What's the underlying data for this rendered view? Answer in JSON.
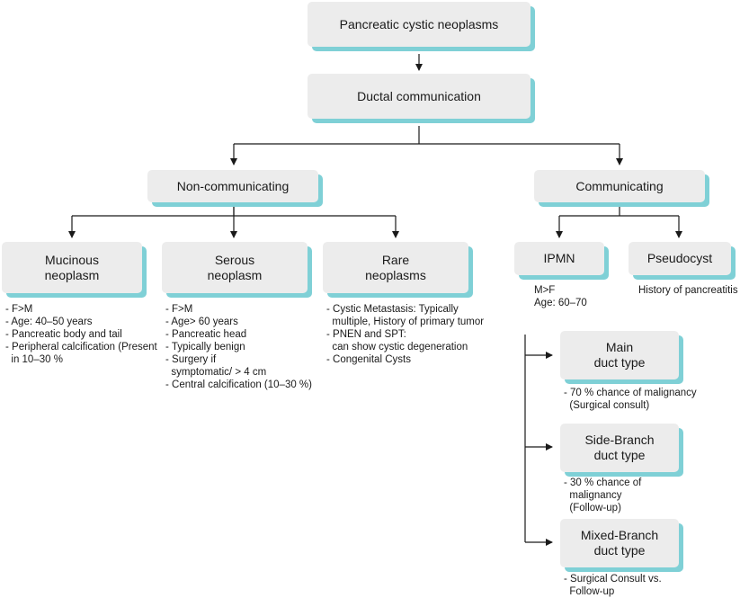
{
  "colors": {
    "box_fill": "#ececec",
    "box_shadow": "#7fd0d6",
    "line": "#1a1a1a",
    "text": "#1a1a1a"
  },
  "nodes": {
    "root": {
      "lines": [
        "Pancreatic cystic neoplasms"
      ]
    },
    "ductal": {
      "lines": [
        "Ductal communication"
      ]
    },
    "noncomm": {
      "lines": [
        "Non-communicating"
      ]
    },
    "comm": {
      "lines": [
        "Communicating"
      ]
    },
    "mucinous": {
      "lines": [
        "Mucinous",
        "neoplasm"
      ]
    },
    "serous": {
      "lines": [
        "Serous",
        "neoplasm"
      ]
    },
    "rare": {
      "lines": [
        "Rare",
        "neoplasms"
      ]
    },
    "ipmn": {
      "lines": [
        "IPMN"
      ]
    },
    "pseudocyst": {
      "lines": [
        "Pseudocyst"
      ]
    },
    "main_duct": {
      "lines": [
        "Main",
        "duct type"
      ]
    },
    "side_branch": {
      "lines": [
        "Side-Branch",
        "duct type"
      ]
    },
    "mixed_branch": {
      "lines": [
        "Mixed-Branch",
        "duct type"
      ]
    }
  },
  "notes": {
    "mucinous": [
      "- F>M",
      "- Age: 40–50 years",
      "- Pancreatic body and tail",
      "- Peripheral calcification (Present",
      "  in 10–30 %"
    ],
    "serous": [
      "- F>M",
      "- Age> 60 years",
      "- Pancreatic head",
      "- Typically benign",
      "- Surgery if",
      "  symptomatic/ > 4 cm",
      "- Central calcification (10–30 %)"
    ],
    "rare": [
      "- Cystic Metastasis: Typically",
      "  multiple, History of primary tumor",
      "- PNEN and SPT:",
      "  can show cystic degeneration",
      "- Congenital Cysts"
    ],
    "ipmn": [
      "M>F",
      "Age: 60–70"
    ],
    "pseudocyst": [
      "History of pancreatitis"
    ],
    "main_duct": [
      "- 70 % chance of malignancy",
      "  (Surgical consult)"
    ],
    "side_branch": [
      "- 30 % chance of",
      "  malignancy",
      "  (Follow-up)"
    ],
    "mixed_branch": [
      "- Surgical Consult vs.",
      "  Follow-up"
    ]
  }
}
